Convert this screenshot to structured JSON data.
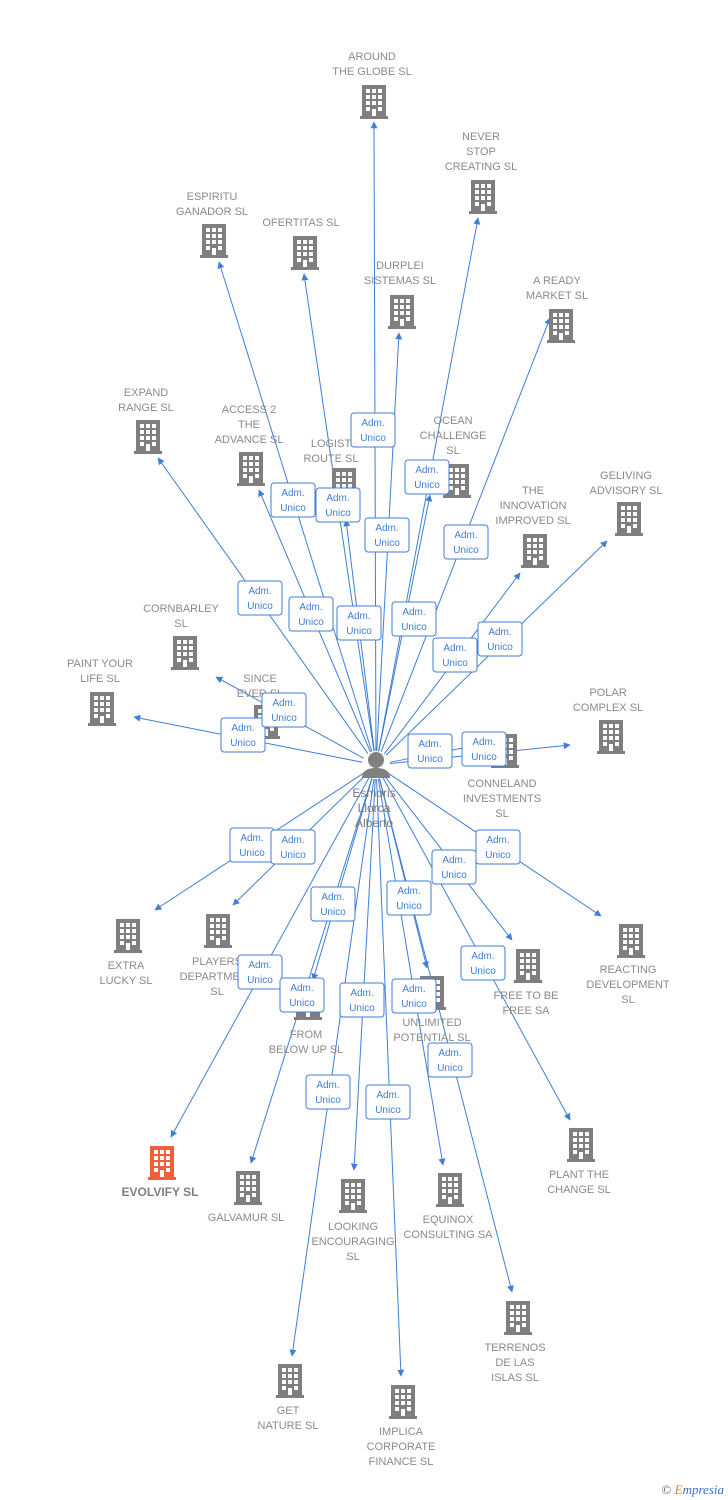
{
  "person": {
    "name_lines": [
      "Esmoris",
      "Llorca",
      "Alberto"
    ]
  },
  "role_label_lines": [
    "Adm.",
    "Unico"
  ],
  "colors": {
    "edge": "#3f7fd6",
    "building": "#7f7f7f",
    "highlight": "#f0603a"
  },
  "companies": [
    {
      "id": "around-the-globe",
      "lines": [
        "AROUND",
        "THE GLOBE  SL"
      ]
    },
    {
      "id": "never-stop-creating",
      "lines": [
        "NEVER",
        "STOP",
        "CREATING  SL"
      ]
    },
    {
      "id": "espiritu-ganador",
      "lines": [
        "ESPIRITU",
        "GANADOR SL"
      ]
    },
    {
      "id": "ofertitas",
      "lines": [
        "OFERTITAS  SL"
      ]
    },
    {
      "id": "durplei-sistemas",
      "lines": [
        "DURPLEI",
        "SISTEMAS  SL"
      ]
    },
    {
      "id": "a-ready-market",
      "lines": [
        "A READY",
        "MARKET  SL"
      ]
    },
    {
      "id": "expand-range",
      "lines": [
        "EXPAND",
        "RANGE  SL"
      ]
    },
    {
      "id": "access-2-the-advance",
      "lines": [
        "ACCESS 2",
        "THE",
        "ADVANCE  SL"
      ]
    },
    {
      "id": "logist-route",
      "lines": [
        "LOGIST",
        "ROUTE  SL"
      ]
    },
    {
      "id": "ocean-challenge",
      "lines": [
        "OCEAN",
        "CHALLENGE",
        "SL"
      ]
    },
    {
      "id": "the-innovation-improved",
      "lines": [
        "THE",
        "INNOVATION",
        "IMPROVED  SL"
      ]
    },
    {
      "id": "geliving-advisory",
      "lines": [
        "GELIVING",
        "ADVISORY  SL"
      ]
    },
    {
      "id": "cornbarley",
      "lines": [
        "CORNBARLEY",
        "SL"
      ]
    },
    {
      "id": "paint-your-life",
      "lines": [
        "PAINT YOUR",
        "LIFE  SL"
      ]
    },
    {
      "id": "since-ever",
      "lines": [
        "SINCE",
        "EVER  SL"
      ]
    },
    {
      "id": "polar-complex",
      "lines": [
        "POLAR",
        "COMPLEX  SL"
      ]
    },
    {
      "id": "conneland-investments",
      "lines": [
        "CONNELAND",
        "INVESTMENTS",
        "SL"
      ]
    },
    {
      "id": "extra-lucky",
      "lines": [
        "EXTRA",
        "LUCKY  SL"
      ]
    },
    {
      "id": "players-department",
      "lines": [
        "PLAYERS",
        "DEPARTMENT",
        "SL"
      ]
    },
    {
      "id": "reacting-development",
      "lines": [
        "REACTING",
        "DEVELOPMENT",
        "SL"
      ]
    },
    {
      "id": "free-to-be-free",
      "lines": [
        "FREE TO BE",
        "FREE SA"
      ]
    },
    {
      "id": "from-below-up",
      "lines": [
        "FROM",
        "BELOW UP  SL"
      ]
    },
    {
      "id": "unlimited-potential",
      "lines": [
        "UNLIMITED",
        "POTENTIAL  SL"
      ]
    },
    {
      "id": "evolvify",
      "lines": [
        "EVOLVIFY  SL"
      ],
      "highlight": true
    },
    {
      "id": "galvamur",
      "lines": [
        "GALVAMUR  SL"
      ]
    },
    {
      "id": "looking-encouraging",
      "lines": [
        "LOOKING",
        "ENCOURAGING",
        "SL"
      ]
    },
    {
      "id": "equinox-consulting",
      "lines": [
        "EQUINOX",
        "CONSULTING SA"
      ]
    },
    {
      "id": "plant-the-change",
      "lines": [
        "PLANT THE",
        "CHANGE  SL"
      ]
    },
    {
      "id": "terrenos-de-las-islas",
      "lines": [
        "TERRENOS",
        "DE LAS",
        "ISLAS  SL"
      ]
    },
    {
      "id": "get-nature",
      "lines": [
        "GET",
        "NATURE  SL"
      ]
    },
    {
      "id": "implica-corporate-finance",
      "lines": [
        "IMPLICA",
        "CORPORATE",
        "FINANCE  SL"
      ]
    }
  ],
  "footer": {
    "copyright": "©",
    "brand_first": "E",
    "brand_rest": "mpresia"
  }
}
